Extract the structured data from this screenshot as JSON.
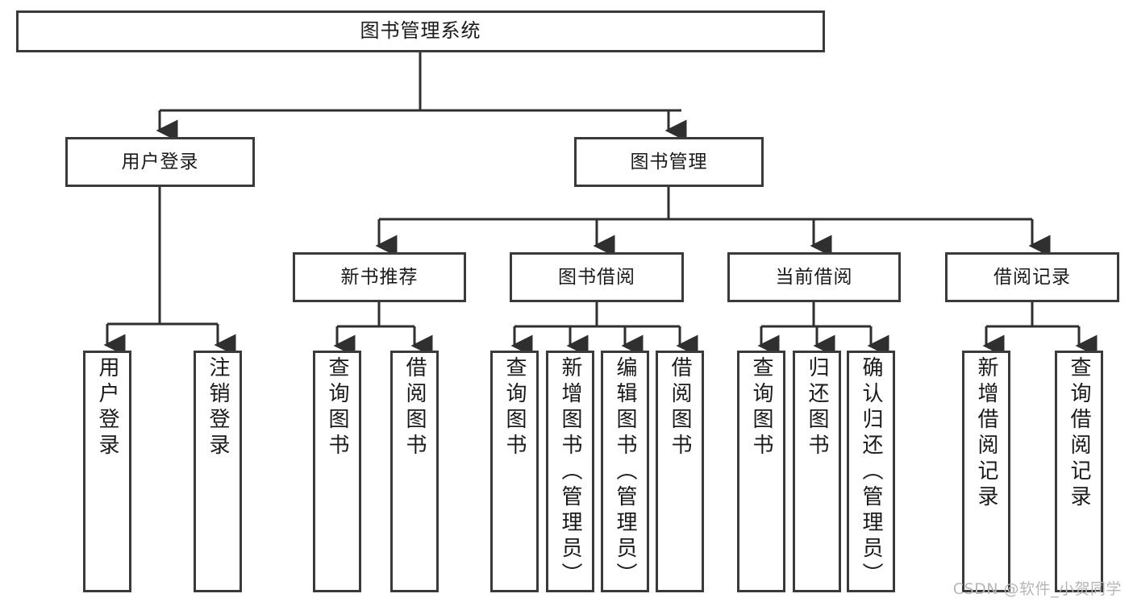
{
  "diagram": {
    "title": "图书管理系统",
    "root": {
      "label": "图书管理系统"
    },
    "level1": [
      {
        "label": "用户登录"
      },
      {
        "label": "图书管理"
      }
    ],
    "level2": [
      {
        "label": "新书推荐"
      },
      {
        "label": "图书借阅"
      },
      {
        "label": "当前借阅"
      },
      {
        "label": "借阅记录"
      }
    ],
    "leaves": {
      "user_login": [
        {
          "label": "用户登录"
        },
        {
          "label": "注销登录"
        }
      ],
      "new_book_recommend": [
        {
          "label": "查询图书"
        },
        {
          "label": "借阅图书"
        }
      ],
      "book_borrow": [
        {
          "label": "查询图书"
        },
        {
          "label": "新增图书（管理员）"
        },
        {
          "label": "编辑图书（管理员）"
        },
        {
          "label": "借阅图书"
        }
      ],
      "current_borrow": [
        {
          "label": "查询图书"
        },
        {
          "label": "归还图书"
        },
        {
          "label": "确认归还（管理员）"
        }
      ],
      "borrow_record": [
        {
          "label": "新增借阅记录"
        },
        {
          "label": "查询借阅记录"
        }
      ]
    },
    "colors": {
      "stroke": "#3a3a3a",
      "background": "#ffffff",
      "text": "#1a1a1a",
      "watermark": "#b6b6b6"
    }
  },
  "watermark": {
    "text": "CSDN @软件_小贺同学"
  }
}
